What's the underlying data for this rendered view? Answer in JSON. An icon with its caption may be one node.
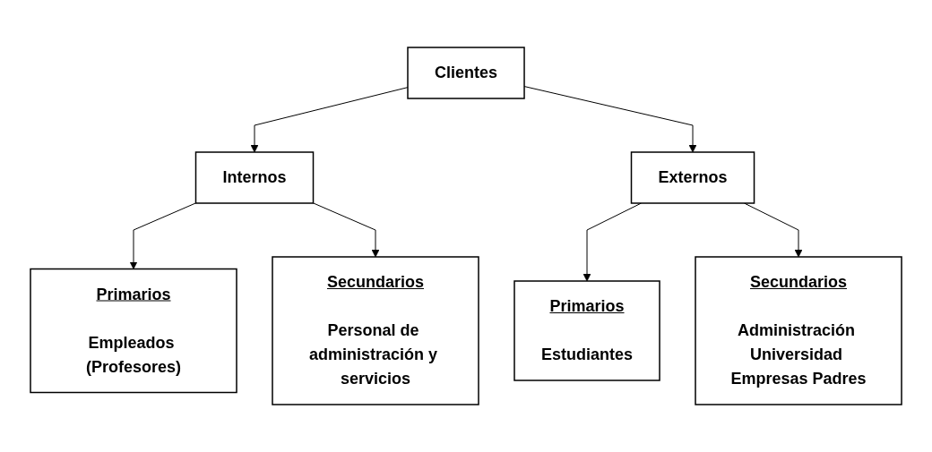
{
  "diagram": {
    "nodes": [
      {
        "text": [
          "Clientes"
        ]
      },
      {
        "text": [
          "Internos"
        ]
      },
      {
        "text": [
          "Externos"
        ]
      },
      {
        "text": [
          "Primarios",
          "Empleados (Profesores)"
        ]
      },
      {
        "text": [
          "Secundarios",
          "Personal de administración y servicios"
        ]
      },
      {
        "text": [
          "Primarios",
          "Estudiantes"
        ]
      },
      {
        "text": [
          "Secundarios",
          "Administración Universidad Empresas Padres"
        ]
      }
    ],
    "edges": [
      {
        "from": 0,
        "to": 1,
        "arrow": "to"
      },
      {
        "from": 0,
        "to": 2,
        "arrow": "to"
      },
      {
        "from": 1,
        "to": 3,
        "arrow": "to"
      },
      {
        "from": 1,
        "to": 4,
        "arrow": "to"
      },
      {
        "from": 2,
        "to": 5,
        "arrow": "to"
      },
      {
        "from": 2,
        "to": 6,
        "arrow": "to"
      }
    ]
  }
}
